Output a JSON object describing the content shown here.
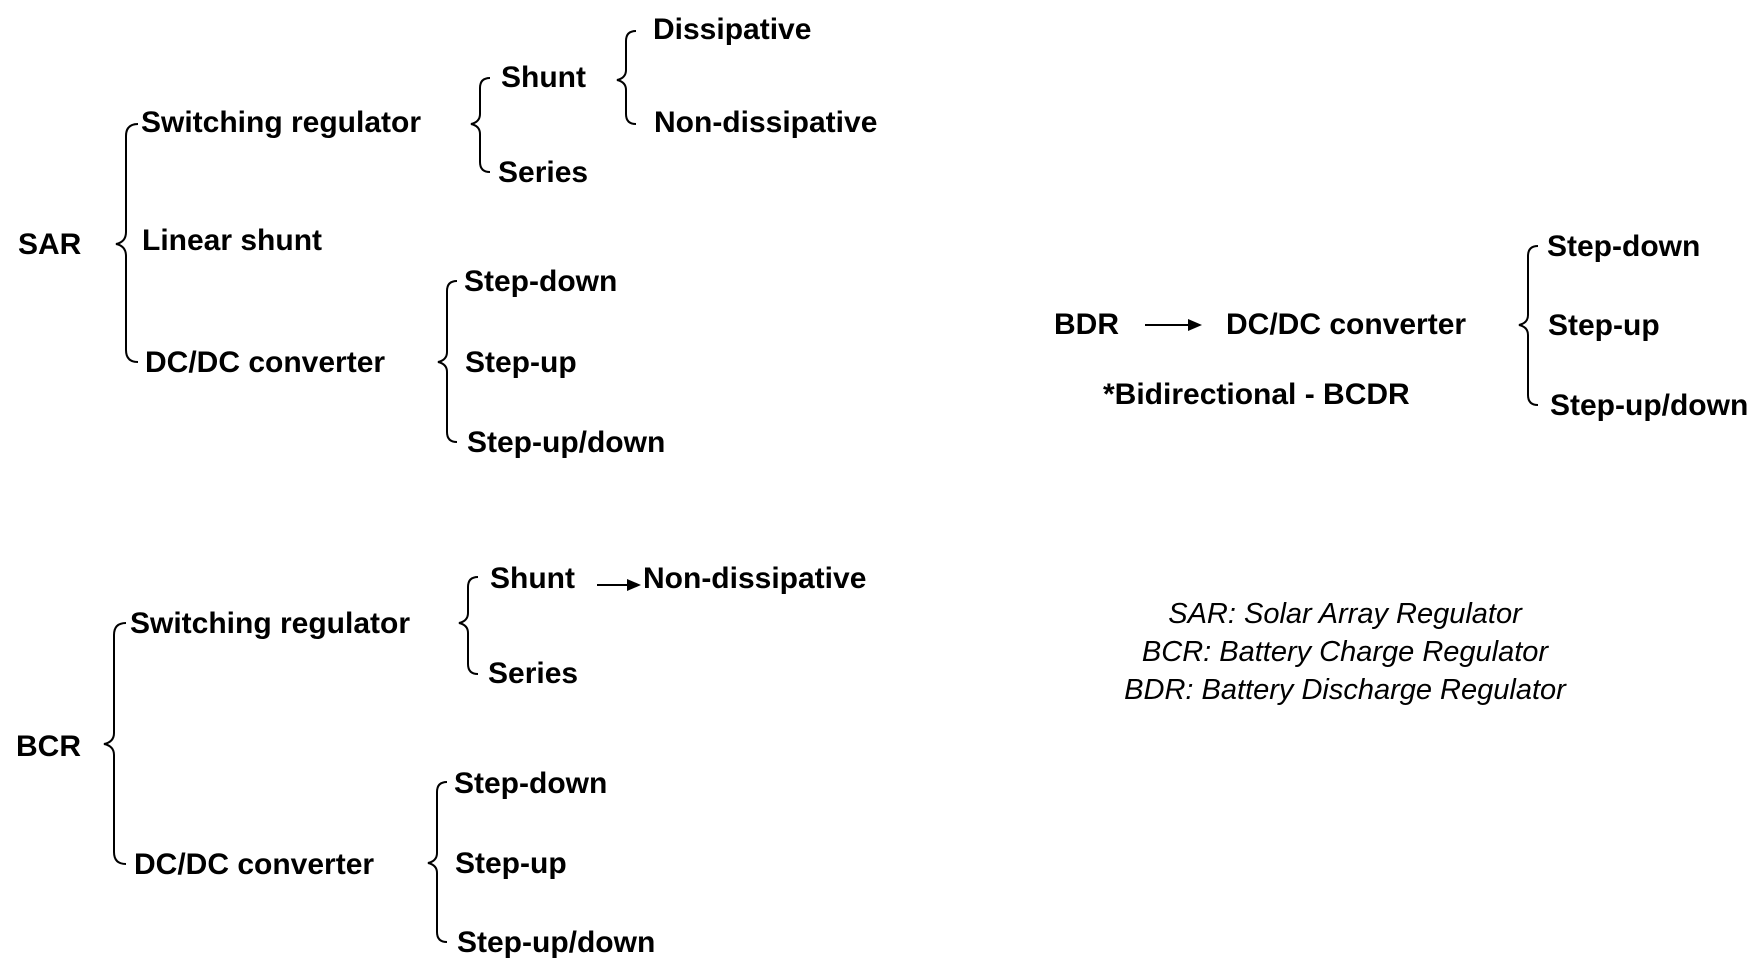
{
  "sar": {
    "root": "SAR",
    "switching": {
      "label": "Switching regulator",
      "shunt": {
        "label": "Shunt",
        "dissipative": "Dissipative",
        "non_dissipative": "Non-dissipative"
      },
      "series": "Series"
    },
    "linear_shunt": "Linear shunt",
    "dcdc": {
      "label": "DC/DC converter",
      "step_down": "Step-down",
      "step_up": "Step-up",
      "step_up_down": "Step-up/down"
    }
  },
  "bcr": {
    "root": "BCR",
    "switching": {
      "label": "Switching regulator",
      "shunt": "Shunt",
      "shunt_result": "Non-dissipative",
      "series": "Series"
    },
    "dcdc": {
      "label": "DC/DC converter",
      "step_down": "Step-down",
      "step_up": "Step-up",
      "step_up_down": "Step-up/down"
    }
  },
  "bdr": {
    "root": "BDR",
    "dcdc": "DC/DC converter",
    "note": "*Bidirectional - BCDR",
    "step_down": "Step-down",
    "step_up": "Step-up",
    "step_up_down": "Step-up/down"
  },
  "legend": {
    "sar": "SAR: Solar Array Regulator",
    "bcr": "BCR: Battery Charge Regulator",
    "bdr": "BDR: Battery Discharge Regulator"
  }
}
